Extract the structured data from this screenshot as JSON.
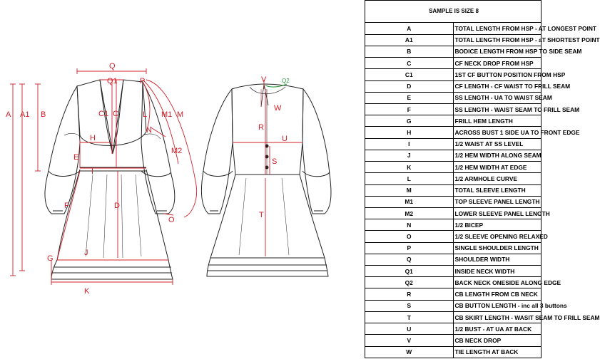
{
  "spec_table": {
    "header": "SAMPLE IS SIZE 8",
    "rows": [
      {
        "code": "A",
        "desc": "TOTAL LENGTH FROM HSP - AT LONGEST POINT"
      },
      {
        "code": "A1",
        "desc": "TOTAL LENGTH FROM HSP - aT SHORTEST POINT"
      },
      {
        "code": "B",
        "desc": "BODICE LENGTH FROM HSP TO SIDE SEAM"
      },
      {
        "code": "C",
        "desc": "CF NECK DROP FROM HSP"
      },
      {
        "code": "C1",
        "desc": "1ST CF BUTTON POSITION FROM HSP"
      },
      {
        "code": "D",
        "desc": "CF LENGTH - CF WAIST TO FRILL SEAM"
      },
      {
        "code": "E",
        "desc": "SS LENGTH - UA TO WAIST SEAM"
      },
      {
        "code": "F",
        "desc": "SS LENGTH - WAIST SEAM TO FRILL SEAM"
      },
      {
        "code": "G",
        "desc": "FRILL HEM LENGTH"
      },
      {
        "code": "H",
        "desc": "ACROSS BUST 1 SIDE UA TO FRONT EDGE"
      },
      {
        "code": "I",
        "desc": "1/2 WAIST AT SS LEVEL"
      },
      {
        "code": "J",
        "desc": "1/2 HEM WIDTH ALONG SEAM"
      },
      {
        "code": "K",
        "desc": "1/2 HEM WIDTH AT EDGE"
      },
      {
        "code": "L",
        "desc": "1/2 ARMHOLE CURVE"
      },
      {
        "code": "M",
        "desc": "TOTAL SLEEVE LENGTH"
      },
      {
        "code": "M1",
        "desc": "TOP SLEEVE PANEL LENGTH"
      },
      {
        "code": "M2",
        "desc": "LOWER SLEEVE PANEL LENGTH"
      },
      {
        "code": "N",
        "desc": "1/2 BICEP"
      },
      {
        "code": "O",
        "desc": "1/2 SLEEVE OPENING RELAXED"
      },
      {
        "code": "P",
        "desc": "SINGLE SHOULDER LENGTH"
      },
      {
        "code": "Q",
        "desc": "SHOULDER WIDTH"
      },
      {
        "code": "Q1",
        "desc": "INSIDE NECK WIDTH"
      },
      {
        "code": "Q2",
        "desc": "BACK NECK ONESIDE ALONG EDGE"
      },
      {
        "code": "R",
        "desc": "CB LENGTH FROM CB NECK"
      },
      {
        "code": "S",
        "desc": "CB BUTTON LENGTH - inc all 3 buttons"
      },
      {
        "code": "T",
        "desc": "CB SKIRT LENGTH - WASIT SEAM TO FRILL SEAM"
      },
      {
        "code": "U",
        "desc": "1/2 BUST - AT UA AT BACK"
      },
      {
        "code": "V",
        "desc": "CB NECK DROP"
      },
      {
        "code": "W",
        "desc": "TIE LENGTH AT BACK"
      }
    ]
  },
  "front_labels": {
    "A": "A",
    "A1": "A1",
    "B": "B",
    "C": "C",
    "C1": "C1",
    "D": "D",
    "E": "E",
    "F": "F",
    "G": "G",
    "H": "H",
    "I": "I",
    "J": "J",
    "K": "K",
    "L": "L",
    "M": "M",
    "M1": "M1",
    "M2": "M2",
    "N": "N",
    "O": "O",
    "P": "P",
    "Q": "Q",
    "Q1": "Q1"
  },
  "back_labels": {
    "V": "V",
    "Q2": "Q2",
    "W": "W",
    "R": "R",
    "U": "U",
    "S": "S",
    "T": "T"
  },
  "colors": {
    "measure": "#d0202a",
    "sketch": "#222222",
    "q2": "#2e9a3e"
  }
}
